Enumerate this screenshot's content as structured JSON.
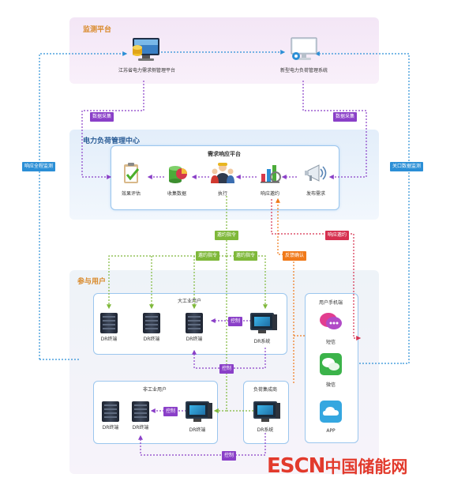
{
  "sections": {
    "monitor": "监测平台",
    "center": "电力负荷管理中心",
    "users": "参与用户"
  },
  "platforms": {
    "left": "江苏省电力需求侧管理平台",
    "right": "新型电力负荷管理系统"
  },
  "dr_platform": {
    "title": "需求响应平台",
    "steps": [
      "效果评估",
      "收集数据",
      "执行",
      "响应邀约",
      "发布需求"
    ]
  },
  "tags": {
    "data_collect": "数据采集",
    "response_monitor": "响应全程监测",
    "gateway_monitor": "关口数据监测",
    "invite_cmd": "邀约指令",
    "invite_response": "响应邀约",
    "confirm": "反馈确认",
    "control": "控制"
  },
  "groups": {
    "industrial": "大工业用户",
    "nonindustrial": "非工业用户",
    "aggregator": "负荷集成商",
    "mobile": "用户手机端"
  },
  "devices": {
    "dr_terminal": "DR终端",
    "dr_system": "DR系统"
  },
  "mobile_apps": [
    "短信",
    "微信",
    "APP"
  ],
  "watermark": {
    "latin": "ESCN",
    "cn": "中国储能网"
  },
  "colors": {
    "purple": "#8a3fc8",
    "green": "#7fb83a",
    "orange": "#f07a1a",
    "red": "#d6304f",
    "blue": "#2b8fd6",
    "logo_red": "#e23a2c"
  }
}
